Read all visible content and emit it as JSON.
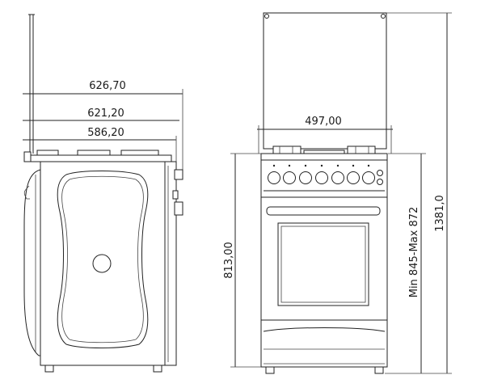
{
  "drawing": {
    "side_view": {
      "width_overall": "626,70",
      "width_mid": "621,20",
      "width_body": "586,20"
    },
    "front_view": {
      "lid_width": "497,00",
      "body_height": "813,00",
      "worktop_height_range": "Min 845-Max 872",
      "total_height_lid_open": "1381,0"
    }
  }
}
